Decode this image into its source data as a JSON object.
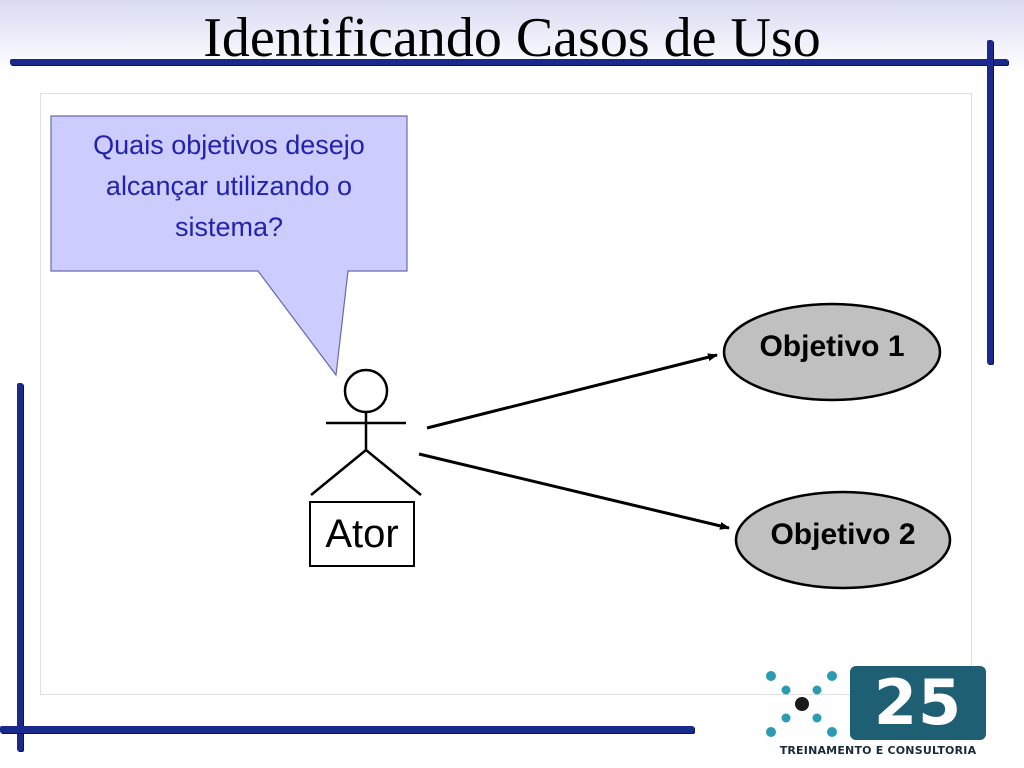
{
  "slide": {
    "title": "Identificando Casos de Uso"
  },
  "diagram": {
    "speech_bubble": "Quais objetivos desejo alcançar utilizando o sistema?",
    "actor_label": "Ator",
    "goals": [
      "Objetivo 1",
      "Objetivo 2"
    ]
  },
  "logo": {
    "number": "25",
    "caption": "TREINAMENTO E CONSULTORIA"
  },
  "colors": {
    "accent_bar": "#1a2a8c",
    "bubble_fill": "#ccccff",
    "bubble_text": "#2222aa",
    "goal_fill": "#c0c0c0",
    "logo_teal": "#1f5f73"
  }
}
